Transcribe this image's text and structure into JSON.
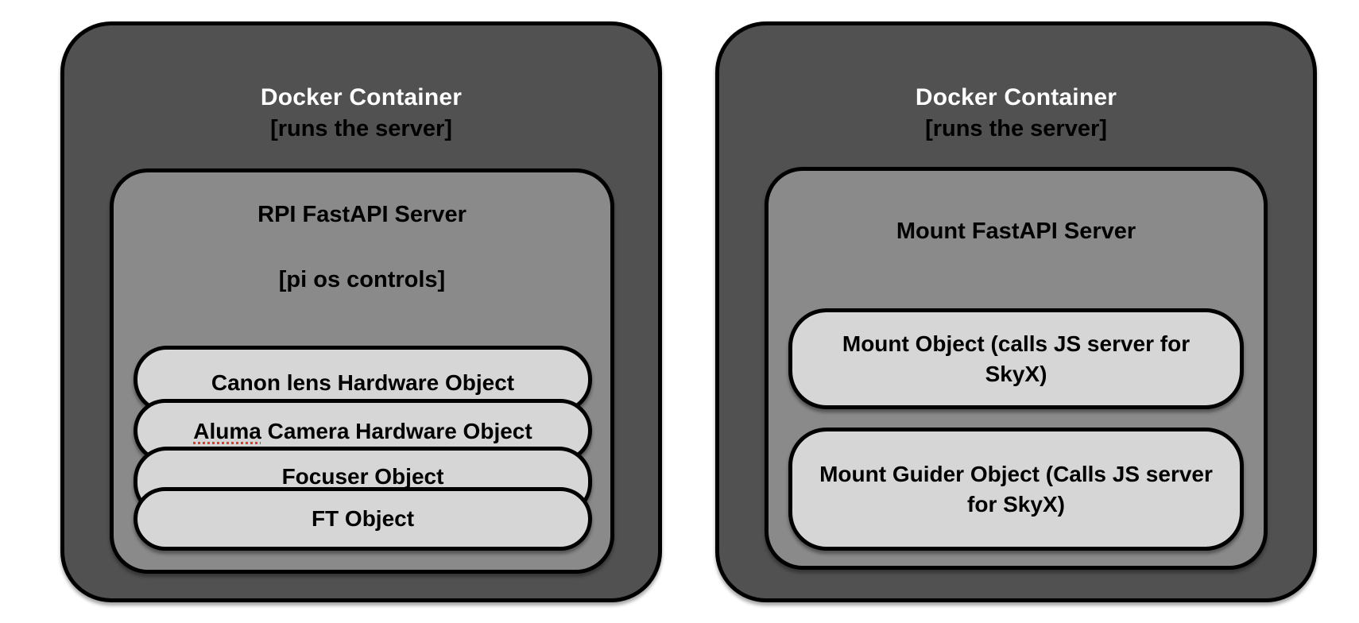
{
  "colors": {
    "page_bg": "#ffffff",
    "container_fill": "#515151",
    "server_fill": "#8a8a8a",
    "object_fill": "#d6d6d6",
    "border": "#000000",
    "container_title_text": "#ffffff",
    "body_text": "#000000",
    "spellcheck_underline": "#e03c28"
  },
  "left_container": {
    "title": "Docker Container",
    "subtitle": "[runs the server]",
    "server": {
      "title": "RPI FastAPI Server",
      "subtitle": "[pi os controls]",
      "objects": [
        {
          "label": "Canon lens Hardware Object"
        },
        {
          "label_misspelled": "Aluma",
          "label_rest": " Camera Hardware Object"
        },
        {
          "label": "Focuser Object"
        },
        {
          "label": "FT Object"
        }
      ]
    }
  },
  "right_container": {
    "title": "Docker Container",
    "subtitle": "[runs the server]",
    "server": {
      "title": "Mount FastAPI Server",
      "objects": [
        {
          "line1": "Mount Object (calls JS server for",
          "line2": "SkyX)"
        },
        {
          "line1": "Mount Guider Object (Calls JS server",
          "line2": "for SkyX)"
        }
      ]
    }
  }
}
